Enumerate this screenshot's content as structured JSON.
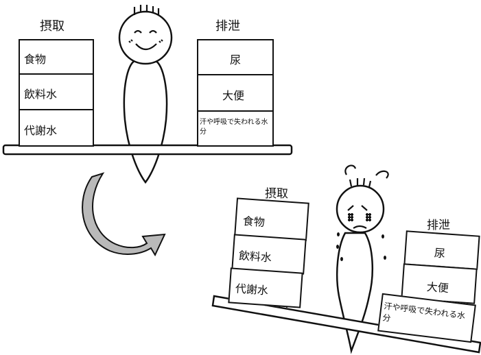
{
  "balanced": {
    "intake_title": "摂取",
    "output_title": "排泄",
    "intake_items": [
      "食物",
      "飲料水",
      "代謝水"
    ],
    "output_items": [
      "尿",
      "大便",
      "汗や呼吸で失われる水分"
    ]
  },
  "unbalanced": {
    "intake_title": "摂取",
    "output_title": "排泄",
    "intake_items": [
      "食物",
      "飲料水",
      "代謝水"
    ],
    "output_items": [
      "尿",
      "大便",
      "汗や呼吸で失われる水分"
    ]
  },
  "colors": {
    "line": "#111111",
    "arrow_fill": "#b9b9b9",
    "figure_fill": "#ffffff"
  },
  "icons": [
    "rice-ball-icon",
    "water-glass-icon",
    "person-icon",
    "happy-face",
    "worried-face",
    "sweat-drop-icon",
    "transition-arrow"
  ]
}
